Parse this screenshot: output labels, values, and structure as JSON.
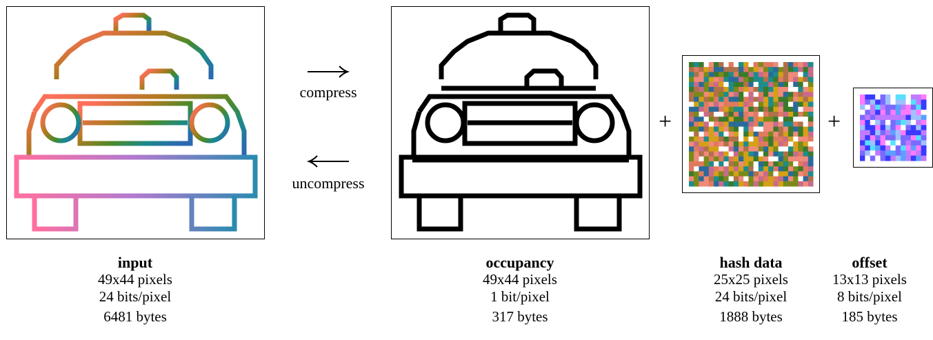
{
  "panels": {
    "input": {
      "title": "input",
      "dims": "49x44 pixels",
      "bits": "24 bits/pixel",
      "bytes": "6481 bytes"
    },
    "occupancy": {
      "title": "occupancy",
      "dims": "49x44 pixels",
      "bits": "1 bit/pixel",
      "bytes": "317 bytes"
    },
    "hash": {
      "title": "hash data",
      "dims": "25x25 pixels",
      "bits": "24 bits/pixel",
      "bytes": "1888 bytes"
    },
    "offset": {
      "title": "offset",
      "dims": "13x13 pixels",
      "bits": "8 bits/pixel",
      "bytes": "185 bytes"
    }
  },
  "arrows": {
    "compress": "compress",
    "uncompress": "uncompress"
  },
  "operators": {
    "plus1": "+",
    "plus2": "+"
  },
  "colors": {
    "hash_palette": [
      "#e07a5f",
      "#d4a017",
      "#1e8c8c",
      "#7a8a1a",
      "#c86b8a",
      "#3a7a2a",
      "#f08a7a",
      "#2a6a9a",
      "#b0704a",
      "#ffffff"
    ],
    "offset_palette": [
      "#55e0ff",
      "#7a6aff",
      "#c07aff",
      "#3a3aff",
      "#a0c0ff",
      "#ff7aff",
      "#5aa0ff",
      "#ffffff"
    ]
  }
}
